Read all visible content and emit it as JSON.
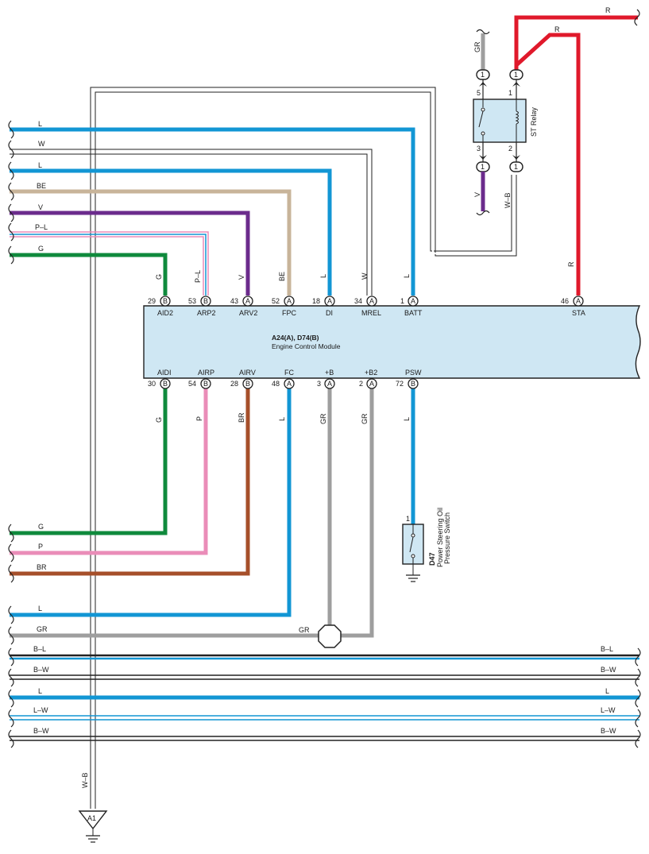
{
  "ecm": {
    "code": "A24(A), D74(B)",
    "name": "Engine Control Module",
    "top_pins": [
      {
        "num": "29",
        "conn": "B",
        "name": "AID2",
        "wire": "G"
      },
      {
        "num": "53",
        "conn": "B",
        "name": "ARP2",
        "wire": "P–L"
      },
      {
        "num": "43",
        "conn": "A",
        "name": "ARV2",
        "wire": "V"
      },
      {
        "num": "52",
        "conn": "A",
        "name": "FPC",
        "wire": "BE"
      },
      {
        "num": "18",
        "conn": "A",
        "name": "DI",
        "wire": "L"
      },
      {
        "num": "34",
        "conn": "A",
        "name": "MREL",
        "wire": "W"
      },
      {
        "num": "1",
        "conn": "A",
        "name": "BATT",
        "wire": "L"
      },
      {
        "num": "46",
        "conn": "A",
        "name": "STA",
        "wire": "R"
      }
    ],
    "bottom_pins": [
      {
        "num": "30",
        "conn": "B",
        "name": "AIDI",
        "wire": "G"
      },
      {
        "num": "54",
        "conn": "B",
        "name": "AIRP",
        "wire": "P"
      },
      {
        "num": "28",
        "conn": "B",
        "name": "AIRV",
        "wire": "BR"
      },
      {
        "num": "48",
        "conn": "A",
        "name": "FC",
        "wire": "L"
      },
      {
        "num": "3",
        "conn": "A",
        "name": "+B",
        "wire": "GR"
      },
      {
        "num": "2",
        "conn": "A",
        "name": "+B2",
        "wire": "GR"
      },
      {
        "num": "72",
        "conn": "B",
        "name": "PSW",
        "wire": "L"
      }
    ]
  },
  "left_wires_top": [
    "L",
    "W",
    "L",
    "BE",
    "V",
    "P–L",
    "G"
  ],
  "left_wires_bottom": [
    "G",
    "P",
    "BR",
    "L",
    "GR"
  ],
  "gr_junction_label": "GR",
  "bus_wires": [
    {
      "left": "B–L",
      "right": "B–L"
    },
    {
      "left": "B–W",
      "right": "B–W"
    },
    {
      "left": "L",
      "right": "L"
    },
    {
      "left": "L–W",
      "right": "L–W"
    },
    {
      "left": "B–W",
      "right": "B–W"
    }
  ],
  "relay": {
    "name": "ST Relay",
    "pins": [
      "5",
      "1",
      "3",
      "2"
    ],
    "conn_label": "1",
    "wire_gr": "GR",
    "wire_v": "V",
    "wire_wb": "W–B"
  },
  "red_wires": [
    "R",
    "R",
    "R"
  ],
  "psw_switch": {
    "code": "D47",
    "name_line1": "Power Steering Oil",
    "name_line2": "Pressure Switch",
    "pin": "1"
  },
  "ground": {
    "wire": "W–B",
    "label": "A1"
  },
  "colors": {
    "L": "#1296d4",
    "G": "#0f8a3c",
    "V": "#6b2b8c",
    "BE": "#c8b49a",
    "P": "#ea8cb8",
    "BR": "#a64f2a",
    "GR": "#9e9e9e",
    "R": "#e0192b",
    "ecm": "#cfe7f3"
  }
}
